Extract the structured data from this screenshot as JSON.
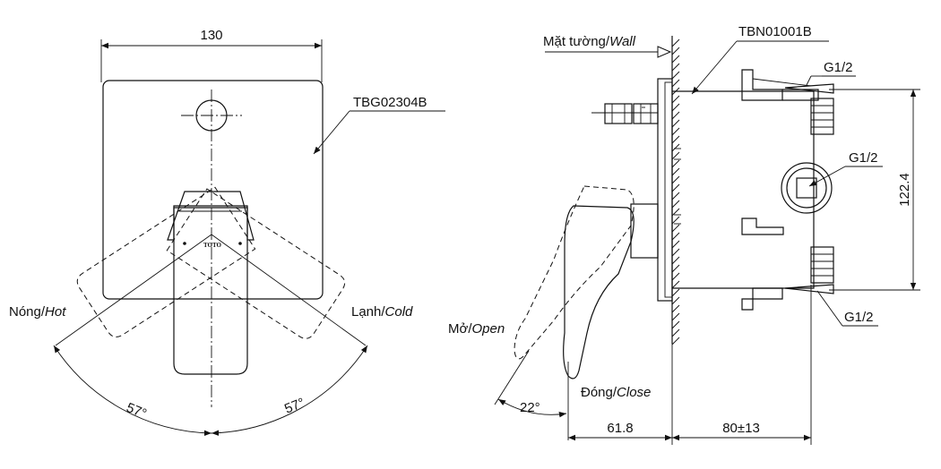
{
  "front_view": {
    "width_dim": "130",
    "plate_part": "TBG02304B",
    "handle_brand": "TOTO",
    "hot_label": "Nóng/",
    "hot_label_en": "Hot",
    "cold_label": "Lạnh/",
    "cold_label_en": "Cold",
    "angle_left": "57°",
    "angle_right": "57°"
  },
  "side_view": {
    "wall_label": "Mặt tường/",
    "wall_label_en": "Wall",
    "body_part": "TBN01001B",
    "port_top": "G1/2",
    "port_center": "G1/2",
    "port_bottom": "G1/2",
    "height_dim": "122.4",
    "open_label": "Mở/",
    "open_label_en": "Open",
    "close_label": "Đóng/",
    "close_label_en": "Close",
    "open_angle": "22°",
    "depth_front": "61.8",
    "depth_back": "80±13"
  }
}
